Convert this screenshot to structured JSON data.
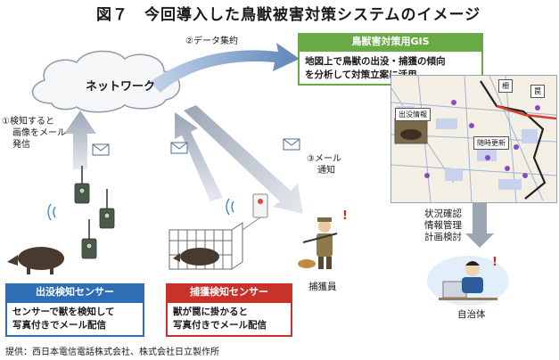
{
  "title": "図７　今回導入した鳥獣被害対策システムのイメージ",
  "network": {
    "label": "ネットワーク"
  },
  "steps": {
    "step1_line1": "①検知すると",
    "step1_line2": "画像をメール",
    "step1_line3": "発信",
    "step2": "②データ集約",
    "step3_line1": "③メール",
    "step3_line2": "通知"
  },
  "gis": {
    "header": "鳥獣害対策用GIS",
    "desc_line1": "地図上で鳥獣の出没・捕獲の傾向",
    "desc_line2": "を分析して対策立案に活用"
  },
  "map": {
    "tag_sighting": "出没情報",
    "tag_update": "随時更新",
    "tag_fence": "柵",
    "tag_trap": "罠"
  },
  "municipality": {
    "tasks_line1": "状況確認",
    "tasks_line2": "情報管理",
    "tasks_line3": "計画検討",
    "label": "自治体"
  },
  "hunter": {
    "label": "捕獲員"
  },
  "sighting_sensor": {
    "header": "出没検知センサー",
    "desc_line1": "センサーで獣を検知して",
    "desc_line2": "写真付きでメール配信"
  },
  "capture_sensor": {
    "header": "捕獲検知センサー",
    "desc_line1": "獣が罠に掛かると",
    "desc_line2": "写真付きでメール配信"
  },
  "source": "提供：西日本電信電話株式会社、株式会社日立製作所",
  "colors": {
    "gis_green": "#6aaa46",
    "sighting_blue": "#2f6db5",
    "capture_red": "#c8322a",
    "arrow_gray": "#9aa6b4",
    "arrow_blue": "#5f86b8"
  }
}
